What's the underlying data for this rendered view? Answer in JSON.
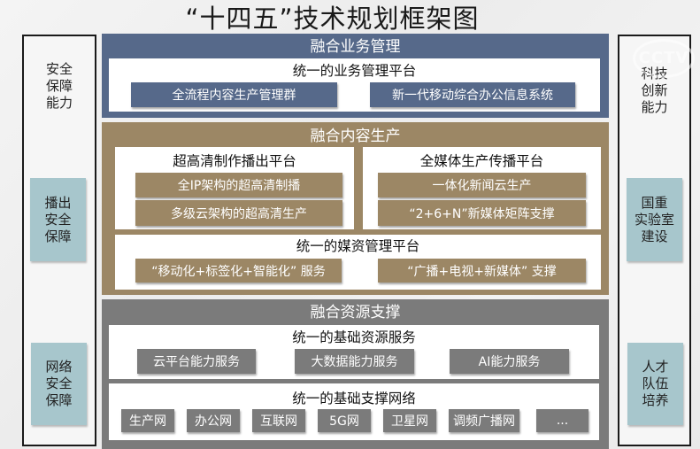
{
  "title": "“十四五”技术规划框架图",
  "watermark": "CCTV",
  "left_column": {
    "heading": [
      "安全",
      "保障",
      "能力"
    ],
    "boxes": [
      {
        "lines": [
          "播出",
          "安全",
          "保障"
        ]
      },
      {
        "lines": [
          "网络",
          "安全",
          "保障"
        ]
      }
    ]
  },
  "right_column": {
    "heading": [
      "科技",
      "创新",
      "能力"
    ],
    "boxes": [
      {
        "lines": [
          "国重",
          "实验室",
          "建设"
        ]
      },
      {
        "lines": [
          "人才",
          "队伍",
          "培养"
        ]
      }
    ]
  },
  "layers": {
    "business": {
      "heading": "融合业务管理",
      "color": "#56698a",
      "platform": {
        "title": "统一的业务管理平台",
        "items": [
          "全流程内容生产管理群",
          "新一代移动综合办公信息系统"
        ]
      }
    },
    "content": {
      "heading": "融合内容生产",
      "color": "#9c8765",
      "uhd": {
        "title": "超高清制作播出平台",
        "items": [
          "全IP架构的超高清制播",
          "多级云架构的超高清生产"
        ]
      },
      "allmedia": {
        "title": "全媒体生产传播平台",
        "items": [
          "一体化新闻云生产",
          "“2+6+N”新媒体矩阵支撑"
        ]
      },
      "media_asset": {
        "title": "统一的媒资管理平台",
        "items": [
          "“移动化+标签化+智能化” 服务",
          "“广播+电视+新媒体” 支撑"
        ]
      }
    },
    "resource": {
      "heading": "融合资源支撑",
      "color": "#7b7b7b",
      "services": {
        "title": "统一的基础资源服务",
        "items": [
          "云平台能力服务",
          "大数据能力服务",
          "AI能力服务"
        ]
      },
      "network": {
        "title": "统一的基础支撑网络",
        "items": [
          "生产网",
          "办公网",
          "互联网",
          "5G网",
          "卫星网",
          "调频广播网",
          "..."
        ]
      }
    }
  }
}
